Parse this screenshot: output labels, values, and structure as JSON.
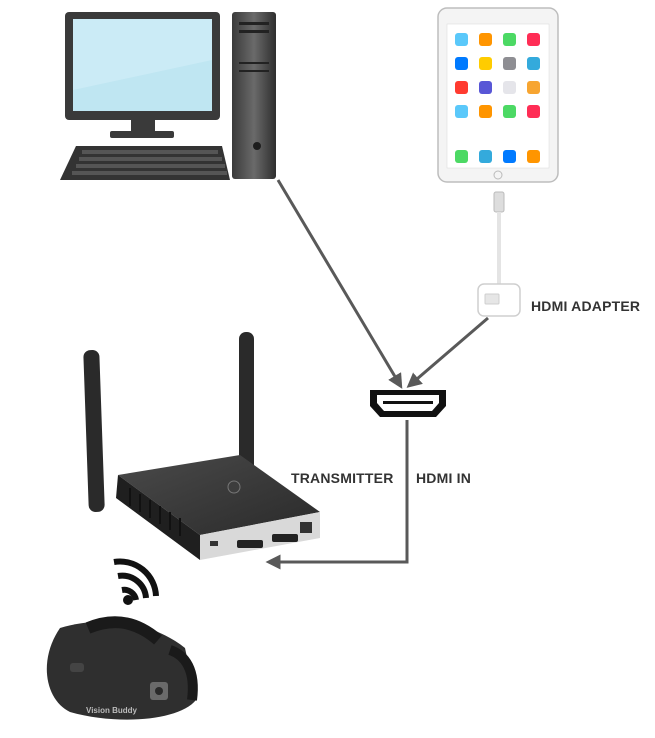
{
  "labels": {
    "hdmi_adapter": "HDMI ADAPTER",
    "transmitter": "TRANSMITTER",
    "hdmi_in": "HDMI IN",
    "headset_brand": "Vision Buddy"
  },
  "devices": {
    "computer": "desktop-computer",
    "tablet": "ipad",
    "adapter": "lightning-to-hdmi-adapter",
    "connector": "hdmi-connector",
    "transmitter": "wireless-hdmi-transmitter",
    "signal": "wireless-signal",
    "headset": "vr-headset"
  },
  "colors": {
    "line": "#595959",
    "device_dark": "#2b2b2b",
    "screen": "#bfe6f2",
    "label": "#333333"
  }
}
